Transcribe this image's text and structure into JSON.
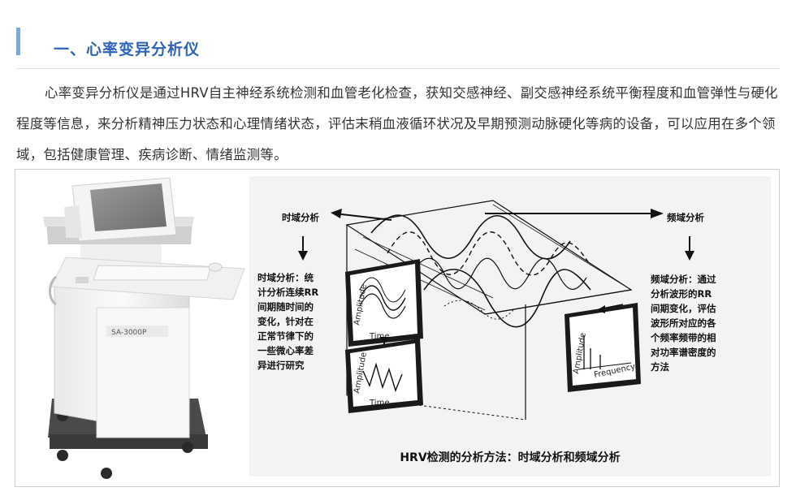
{
  "section": {
    "title": "一、心率变异分析仪"
  },
  "intro": {
    "paragraph": "心率变异分析仪是通过HRV自主神经系统检测和血管老化检查，获知交感神经、副交感神经系统平衡程度和血管弹性与硬化程度等信息，来分析精神压力状态和心理情绪状态，评估末稍血液循环状况及早期预测动脉硬化等病的设备，可以应用在多个领域，包括健康管理、疾病诊断、情绪监测等。"
  },
  "device": {
    "model_label": "SA-3000P"
  },
  "diagram": {
    "time_domain_title": "时域分析",
    "freq_domain_title": "频域分析",
    "time_domain_desc": "时域分析：统\n计分析连续RR\n间期随时间的\n变化，针对在\n正常节律下的\n一些微心率差\n异进行研究",
    "freq_domain_desc": "频域分析：通过\n分析波形的RR\n间期变化，评估\n波形所对应的各\n个频率频带的相\n对功率谱密度的\n方法",
    "panel_amplitude": "Amplitude",
    "panel_time": "Time",
    "panel_frequency": "Frequency",
    "caption": "HRV检测的分析方法：时域分析和频域分析"
  },
  "colors": {
    "title_blue": "#2e63b8",
    "bar_blue": "#7fa6d8",
    "text": "#333333"
  }
}
